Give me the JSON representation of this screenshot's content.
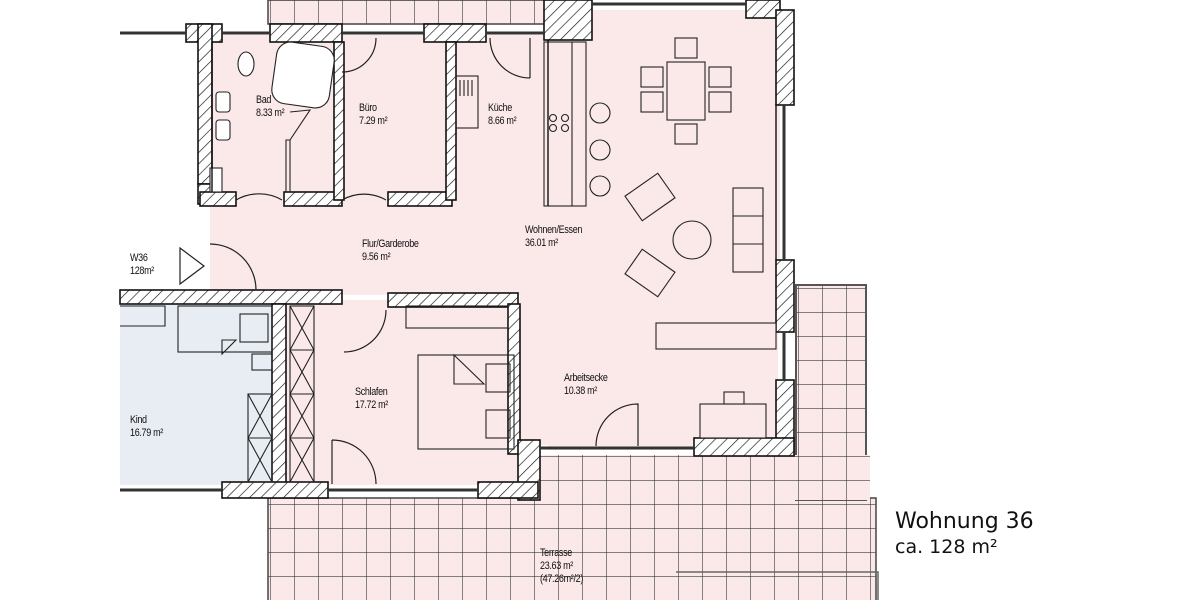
{
  "plan": {
    "apartment_code": "W36",
    "apartment_code_area": "128m²",
    "title": "Wohnung 36",
    "subtitle": "ca. 128 m²",
    "colors": {
      "room_fill": "#fbe9ea",
      "child_room_fill": "#e8edf4",
      "wall_hatch": "#111111",
      "terrace_grid": "#333333",
      "background": "#ffffff"
    },
    "rooms": [
      {
        "name": "Bad",
        "area": "8.33 m²"
      },
      {
        "name": "Büro",
        "area": "7.29 m²"
      },
      {
        "name": "Küche",
        "area": "8.66 m²"
      },
      {
        "name": "Wohnen/Essen",
        "area": "36.01 m²"
      },
      {
        "name": "Flur/Garderobe",
        "area": "9.56 m²"
      },
      {
        "name": "Kind",
        "area": "16.79 m²"
      },
      {
        "name": "Schlafen",
        "area": "17.72 m²"
      },
      {
        "name": "Arbeitsecke",
        "area": "10.38 m²"
      },
      {
        "name": "Terrasse",
        "area": "23.63 m²",
        "note": "(47.26m²/2)"
      }
    ]
  }
}
